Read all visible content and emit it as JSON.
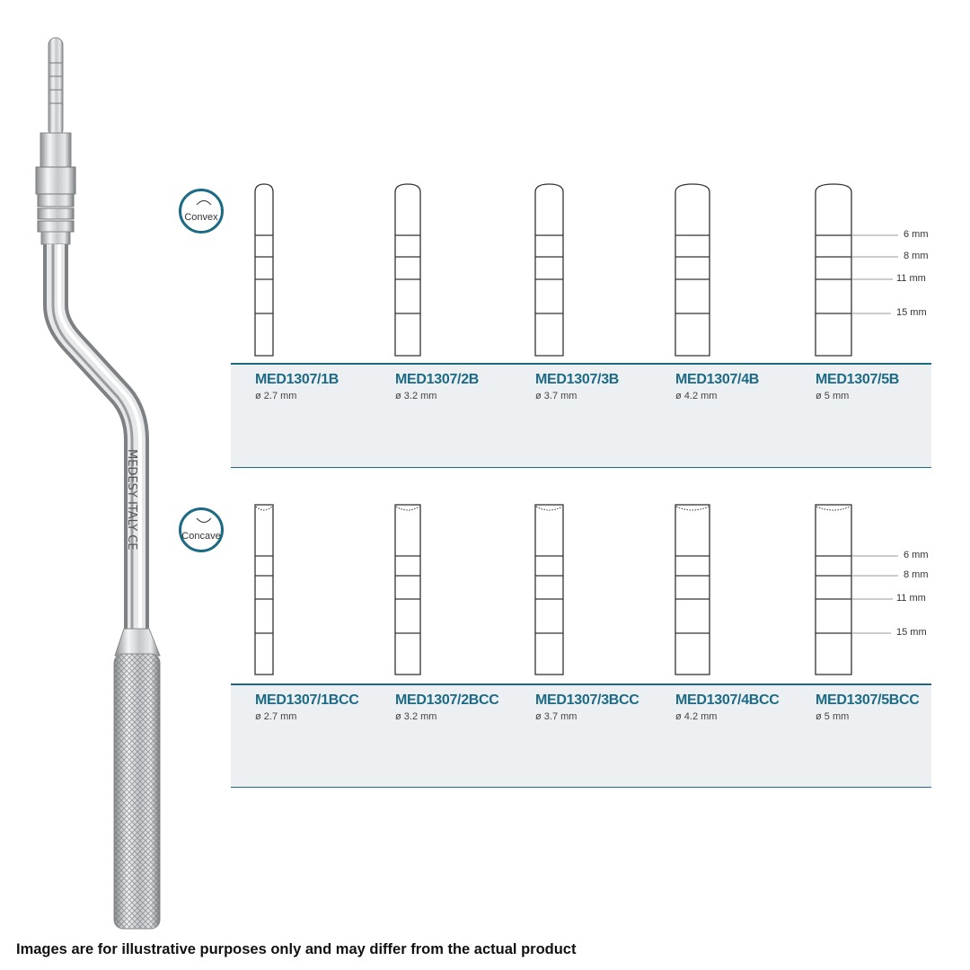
{
  "instrument": {
    "engraving": "MEDESY ITALY CE"
  },
  "convex": {
    "badge_label": "Convex",
    "depth_labels": [
      "6 mm",
      "8 mm",
      "11 mm",
      "15 mm"
    ],
    "items": [
      {
        "code": "MED1307/1B",
        "diameter": "ø 2.7 mm"
      },
      {
        "code": "MED1307/2B",
        "diameter": "ø 3.2 mm"
      },
      {
        "code": "MED1307/3B",
        "diameter": "ø 3.7 mm"
      },
      {
        "code": "MED1307/4B",
        "diameter": "ø 4.2 mm"
      },
      {
        "code": "MED1307/5B",
        "diameter": "ø 5 mm"
      }
    ]
  },
  "concave": {
    "badge_label": "Concave",
    "depth_labels": [
      "6 mm",
      "8 mm",
      "11 mm",
      "15 mm"
    ],
    "items": [
      {
        "code": "MED1307/1BCC",
        "diameter": "ø 2.7 mm"
      },
      {
        "code": "MED1307/2BCC",
        "diameter": "ø 3.2 mm"
      },
      {
        "code": "MED1307/3BCC",
        "diameter": "ø 3.7 mm"
      },
      {
        "code": "MED1307/4BCC",
        "diameter": "ø 4.2 mm"
      },
      {
        "code": "MED1307/5BCC",
        "diameter": "ø 5 mm"
      }
    ]
  },
  "accent_color": "#1d6a84",
  "footer": "Images are for illustrative purposes only and may differ from the actual product"
}
